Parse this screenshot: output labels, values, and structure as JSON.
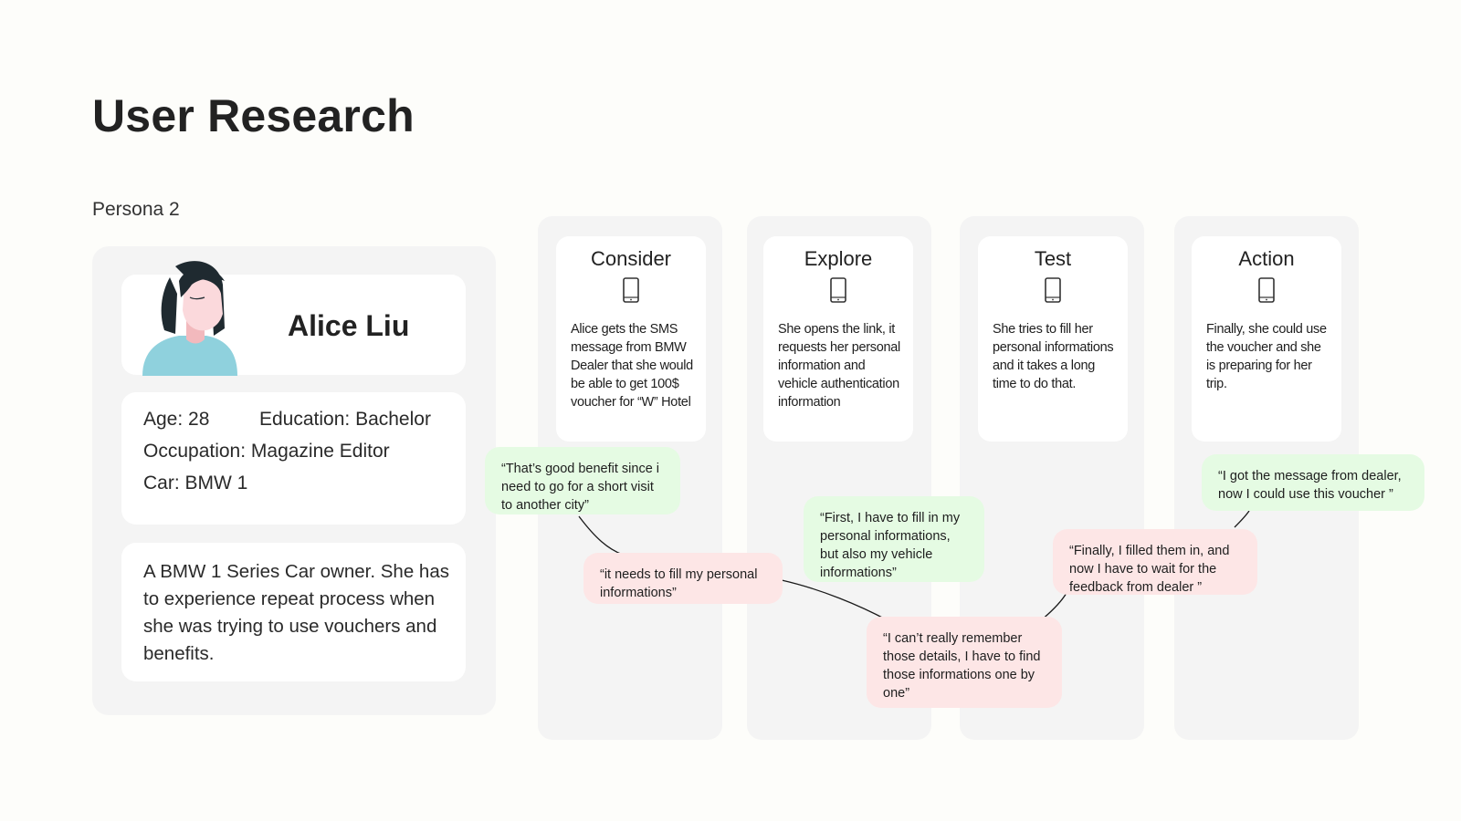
{
  "page": {
    "title": "User Research",
    "persona_label": "Persona 2"
  },
  "persona": {
    "name": "Alice Liu",
    "age": "Age: 28",
    "education": "Education: Bachelor",
    "occupation": "Occupation: Magazine Editor",
    "car": "Car: BMW 1",
    "bio": "A BMW 1 Series Car owner. She has to experience repeat process when she was trying to use vouchers and benefits."
  },
  "stages": [
    {
      "title": "Consider",
      "icon": "phone-icon",
      "desc": "Alice gets the SMS message from BMW Dealer that she would be able to get 100$ voucher for “W” Hotel"
    },
    {
      "title": "Explore",
      "icon": "phone-icon",
      "desc": "She opens the link, it requests her personal information and vehicle authentication information"
    },
    {
      "title": "Test",
      "icon": "phone-icon",
      "desc": "She tries to fill her personal informations and it takes a long time to do that."
    },
    {
      "title": "Action",
      "icon": "phone-icon",
      "desc": "Finally, she could use the voucher and she is preparing for her trip."
    }
  ],
  "quotes": [
    {
      "text": "“That’s good benefit since i need to go for a short visit to another city”",
      "sentiment": "positive"
    },
    {
      "text": "“it needs to fill my personal informations”",
      "sentiment": "negative"
    },
    {
      "text": "“First, I have to fill in my personal informations, but also my vehicle informations”",
      "sentiment": "positive"
    },
    {
      "text": "“I can’t really remember those details, I have to find those informations one by one”",
      "sentiment": "negative"
    },
    {
      "text": "“Finally, I filled them in, and now I have to wait for the feedback from dealer ”",
      "sentiment": "negative"
    },
    {
      "text": "“I got the message from dealer, now I could use this voucher ”",
      "sentiment": "positive"
    }
  ],
  "colors": {
    "positive": "#e5fbe3",
    "negative": "#fde6e6",
    "panel": "#f4f4f4",
    "card": "#ffffff",
    "background": "#fdfdfa"
  }
}
